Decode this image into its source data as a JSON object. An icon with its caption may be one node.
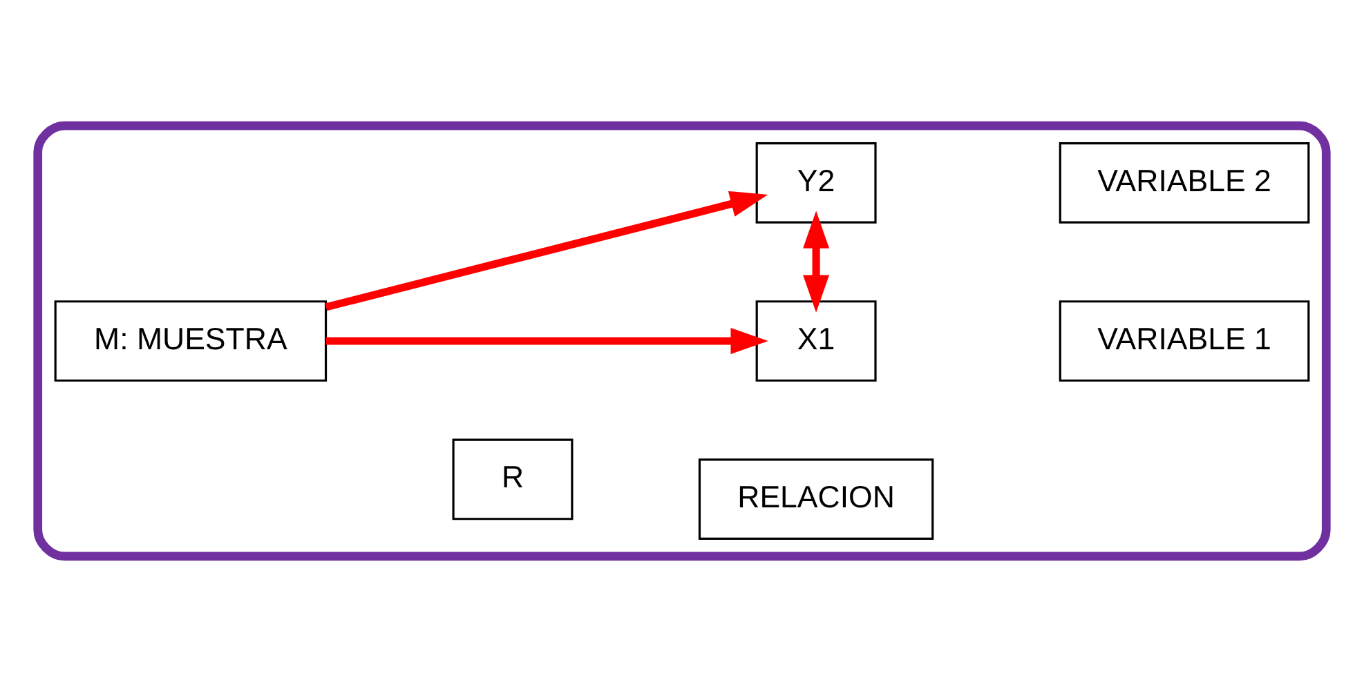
{
  "diagram": {
    "nodes": [
      {
        "text": [],
        "shape": "box"
      },
      {
        "text": [
          "M: MUESTRA"
        ],
        "in": 0
      },
      {
        "text": [
          "R"
        ],
        "in": 0
      },
      {
        "text": [
          "X1"
        ],
        "in": 0
      },
      {
        "text": [
          "VARIABLE 1"
        ],
        "in": 0
      },
      {
        "text": [
          "RELACION"
        ],
        "in": 0
      },
      {
        "text": [
          "Y2"
        ],
        "in": 0
      },
      {
        "text": [
          "VARIABLE 2"
        ],
        "in": 0
      }
    ],
    "edges": [
      {
        "from": 1,
        "to": 3,
        "arrow": "to",
        "color": "#ff0000"
      },
      {
        "from": 1,
        "to": 6,
        "arrow": "to",
        "color": "#ff0000"
      },
      {
        "from": 3,
        "to": 6,
        "arrow": "both",
        "color": "#ff0000"
      }
    ]
  }
}
